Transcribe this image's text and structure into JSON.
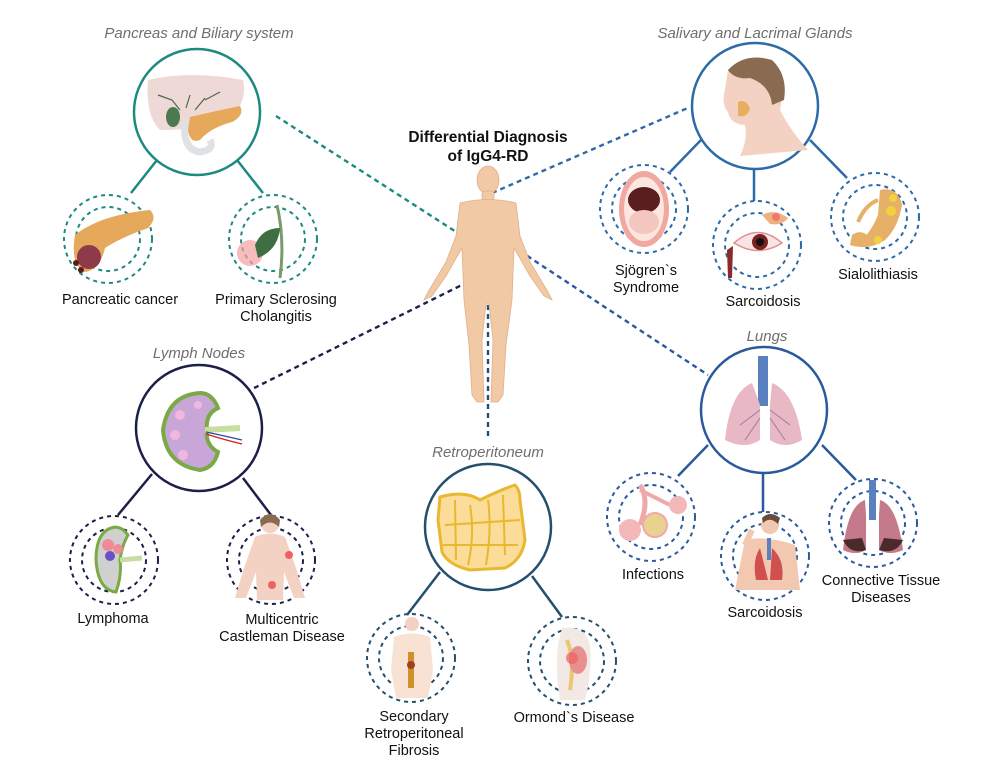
{
  "title": {
    "line1": "Differential Diagnosis",
    "line2": "of IgG4-RD"
  },
  "colors": {
    "teal": "#1d8a80",
    "blue": "#2d6aa8",
    "navy": "#1b1f4a",
    "darkblue": "#23506e",
    "lungblue": "#2a5a9c",
    "skin": "#f1c9a5",
    "skin_shade": "#e4b58f"
  },
  "sections": [
    {
      "id": "pancreas",
      "title": "Pancreas and Biliary system",
      "organ_icon": "liver-pancreas-icon",
      "color": "#1d8a80",
      "items": [
        {
          "label_lines": [
            "Pancreatic cancer"
          ],
          "icon": "pancreas-tumor-icon"
        },
        {
          "label_lines": [
            "Primary Sclerosing",
            "Cholangitis"
          ],
          "icon": "gallbladder-inflamed-icon"
        }
      ]
    },
    {
      "id": "salivary",
      "title": "Salivary and Lacrimal Glands",
      "organ_icon": "head-profile-glands-icon",
      "color": "#2d6aa8",
      "items": [
        {
          "label_lines": [
            "Sjögren`s",
            "Syndrome"
          ],
          "icon": "open-mouth-icon"
        },
        {
          "label_lines": [
            "Sarcoidosis"
          ],
          "icon": "inflamed-eye-icon"
        },
        {
          "label_lines": [
            "Sialolithiasis"
          ],
          "icon": "salivary-stone-icon"
        }
      ]
    },
    {
      "id": "lymph",
      "title": "Lymph Nodes",
      "organ_icon": "lymph-node-icon",
      "color": "#1b1f4a",
      "items": [
        {
          "label_lines": [
            "Lymphoma"
          ],
          "icon": "lymphoma-node-icon"
        },
        {
          "label_lines": [
            "Multicentric",
            "Castleman Disease"
          ],
          "icon": "female-body-lymph-icon"
        }
      ]
    },
    {
      "id": "retro",
      "title": "Retroperitoneum",
      "organ_icon": "fibrous-tissue-icon",
      "color": "#23506e",
      "items": [
        {
          "label_lines": [
            "Secondary",
            "Retroperitoneal",
            "Fibrosis"
          ],
          "icon": "male-torso-fibrosis-icon"
        },
        {
          "label_lines": [
            "Ormond`s Disease"
          ],
          "icon": "abdomen-section-icon"
        }
      ]
    },
    {
      "id": "lungs",
      "title": "Lungs",
      "organ_icon": "lungs-icon",
      "color": "#2a5a9c",
      "items": [
        {
          "label_lines": [
            "Infections"
          ],
          "icon": "alveoli-infection-icon"
        },
        {
          "label_lines": [
            "Sarcoidosis"
          ],
          "icon": "coughing-man-lungs-icon"
        },
        {
          "label_lines": [
            "Connective Tissue",
            "Diseases"
          ],
          "icon": "damaged-lungs-icon"
        }
      ]
    }
  ]
}
